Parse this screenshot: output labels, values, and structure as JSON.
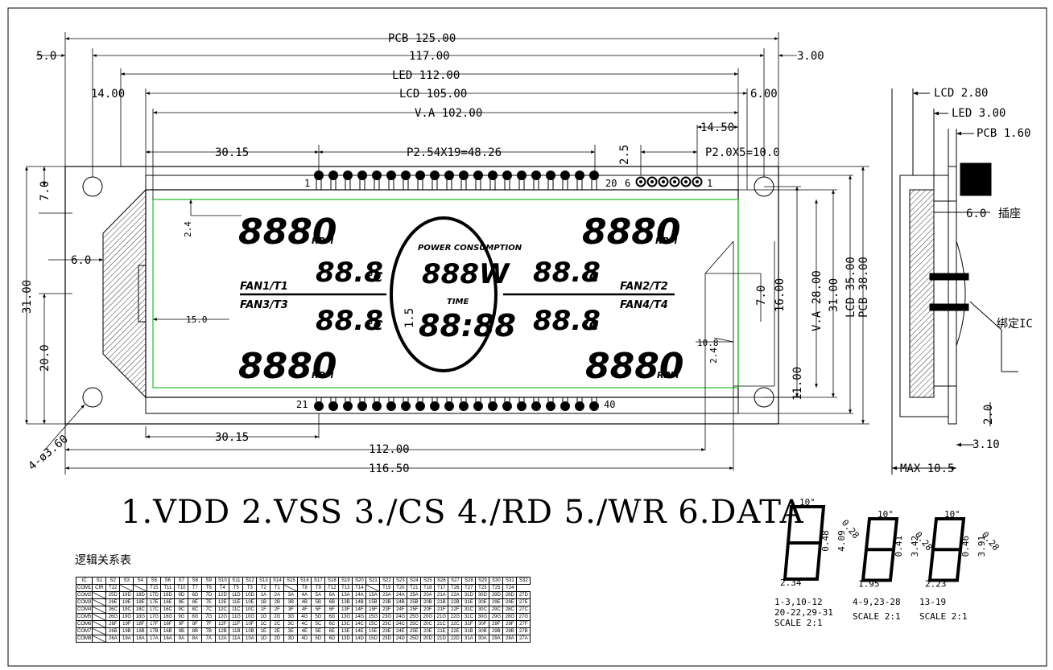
{
  "dims": {
    "pcb_w": "PCB 125.00",
    "w117": "117.00",
    "led_w": "LED 112.00",
    "lcd_w": "LCD 105.00",
    "va_w": "V.A 102.00",
    "d5": "5.0",
    "d3": "3.00",
    "d14": "14.00",
    "d6r": "6.00",
    "d1450": "14.50",
    "d3015": "30.15",
    "p254": "P2.54X19=48.26",
    "d25": "2.5",
    "p20": "P2.0X5=10.0",
    "d70": "7.0",
    "d60": "6.0",
    "d3100l": "31.00",
    "d2000": "20.0",
    "d24a": "2.4",
    "d150": "15.0",
    "d15": "1.5",
    "d70r": "7.0",
    "d1600": "16.00",
    "va_h": "V.A 28.00",
    "d3100r": "31.00",
    "lcd_h": "LCD 35.00",
    "pcb_h": "PCB 38.00",
    "d108": "10.8",
    "d24b": "2.4",
    "d1100": "11.00",
    "d3015b": "30.15",
    "d112": "112.00",
    "d11650": "116.50",
    "hole": "4-ø3.60"
  },
  "pins": {
    "p1": "1",
    "p20": "20",
    "p21": "21",
    "p40": "40",
    "c6": "6",
    "c1": "1"
  },
  "display": {
    "rpm": "8880",
    "rpm_unit": "RPM",
    "temp": "88.8",
    "temp_unit": "℃",
    "pc_label": "POWER CONSUMPTION",
    "watts": "888W",
    "time_label": "TIME",
    "time": "88:88",
    "fan1": "FAN1/T1",
    "fan3": "FAN3/T3",
    "fan2": "FAN2/T2",
    "fan4": "FAN4/T4"
  },
  "side": {
    "lcd_t": "LCD 2.80",
    "led_t": "LED 3.00",
    "pcb_t": "PCB 1.60",
    "s60": "6.0",
    "socket": "插座",
    "ic": "绑定IC",
    "s20": "2.0",
    "s310": "3.10",
    "max": "MAX 10.5"
  },
  "pinout": "1.VDD 2.VSS 3./CS 4./RD 5./WR 6.DATA",
  "table_title": "逻辑关系表",
  "seg_details": [
    {
      "angle": "10°",
      "stroke": "0.28",
      "h1": "0.48",
      "h2": "4.09",
      "w": "2.34",
      "pins": "1-3,10-12",
      "pins2": "20-22,29-31",
      "scale": "SCALE 2:1"
    },
    {
      "angle": "10°",
      "stroke": "0.28",
      "h1": "0.41",
      "h2": "3.42",
      "w": "1.95",
      "pins": "4-9,23-28",
      "pins2": "",
      "scale": "SCALE 2:1"
    },
    {
      "angle": "10°",
      "stroke": "0.28",
      "h1": "0.46",
      "h2": "3.91",
      "w": "2.23",
      "pins": "13-19",
      "pins2": "",
      "scale": "SCALE 2:1"
    }
  ],
  "logic_table": {
    "header": [
      "IC",
      "S1",
      "S2",
      "S3",
      "S4",
      "S5",
      "S6",
      "S7",
      "S8",
      "S9",
      "S10",
      "S11",
      "S12",
      "S13",
      "S14",
      "S15",
      "S16",
      "S17",
      "S18",
      "S19",
      "S20",
      "S21",
      "S22",
      "S23",
      "S24",
      "S25",
      "S26",
      "S27",
      "S28",
      "S29",
      "S30",
      "S31",
      "S32"
    ],
    "rows": [
      [
        "COM1",
        "CIR",
        "T22",
        "",
        "",
        "T15",
        "T11",
        "T10",
        "T7",
        "T6",
        "T4",
        "T5",
        "T3",
        "T2",
        "T1",
        "",
        "T8",
        "T9",
        "T12",
        "T13",
        "T14",
        "",
        "T19",
        "T20",
        "T21",
        "T18",
        "T17",
        "T26",
        "T27",
        "T23",
        "T25",
        "T24"
      ],
      [
        "COM2",
        "",
        "25D",
        "19D",
        "18D",
        "17D",
        "16D",
        "9D",
        "8D",
        "7D",
        "12D",
        "11D",
        "10D",
        "1A",
        "2A",
        "3A",
        "4A",
        "5A",
        "6A",
        "13A",
        "14A",
        "15A",
        "23A",
        "24A",
        "25A",
        "20A",
        "21A",
        "22A",
        "31D",
        "30D",
        "29D",
        "28D",
        "27D"
      ],
      [
        "COM3",
        "",
        "26E",
        "19E",
        "18E",
        "17E",
        "16E",
        "9E",
        "8E",
        "7E",
        "12E",
        "11E",
        "10E",
        "1B",
        "2B",
        "3B",
        "4B",
        "5B",
        "6B",
        "13B",
        "14B",
        "15B",
        "23B",
        "24B",
        "25B",
        "20B",
        "21B",
        "22B",
        "31E",
        "30E",
        "29E",
        "28E",
        "27E"
      ],
      [
        "COM4",
        "",
        "26C",
        "19C",
        "18C",
        "17C",
        "16C",
        "9C",
        "8C",
        "7C",
        "12C",
        "11C",
        "10C",
        "1F",
        "2F",
        "3F",
        "4F",
        "5F",
        "6F",
        "13F",
        "14F",
        "15F",
        "23F",
        "24F",
        "25F",
        "20F",
        "21F",
        "22F",
        "31C",
        "30C",
        "29C",
        "28C",
        "27C"
      ],
      [
        "COM5",
        "",
        "26G",
        "19G",
        "18G",
        "17G",
        "16G",
        "9G",
        "8G",
        "7G",
        "12G",
        "11G",
        "10G",
        "1G",
        "2G",
        "3G",
        "4G",
        "5G",
        "6G",
        "13G",
        "14G",
        "15G",
        "23G",
        "24G",
        "25G",
        "20G",
        "21G",
        "22G",
        "31C",
        "30G",
        "29G",
        "28G",
        "27G"
      ],
      [
        "COM6",
        "",
        "26F",
        "19F",
        "18F",
        "17F",
        "16F",
        "9F",
        "8F",
        "7F",
        "12F",
        "11F",
        "10F",
        "1C",
        "2C",
        "3C",
        "4C",
        "5C",
        "6C",
        "13C",
        "14C",
        "15C",
        "23C",
        "24C",
        "25C",
        "20C",
        "21C",
        "22C",
        "31F",
        "30F",
        "29F",
        "28F",
        "27F"
      ],
      [
        "COM7",
        "",
        "26B",
        "19B",
        "18B",
        "17B",
        "16B",
        "9B",
        "8B",
        "7B",
        "12B",
        "11B",
        "10B",
        "1E",
        "2E",
        "3E",
        "4E",
        "5E",
        "6E",
        "13E",
        "14E",
        "15E",
        "23E",
        "24E",
        "25E",
        "20E",
        "21E",
        "22E",
        "31B",
        "30B",
        "29B",
        "28B",
        "27B"
      ],
      [
        "COM8",
        "",
        "26A",
        "19A",
        "18A",
        "17A",
        "16A",
        "9A",
        "8A",
        "7A",
        "12A",
        "11A",
        "10A",
        "1D",
        "2D",
        "3D",
        "4D",
        "5D",
        "6D",
        "13D",
        "14D",
        "15D",
        "23D",
        "24D",
        "25D",
        "20D",
        "21D",
        "22D",
        "31A",
        "30A",
        "29A",
        "28A",
        "27A"
      ]
    ]
  }
}
